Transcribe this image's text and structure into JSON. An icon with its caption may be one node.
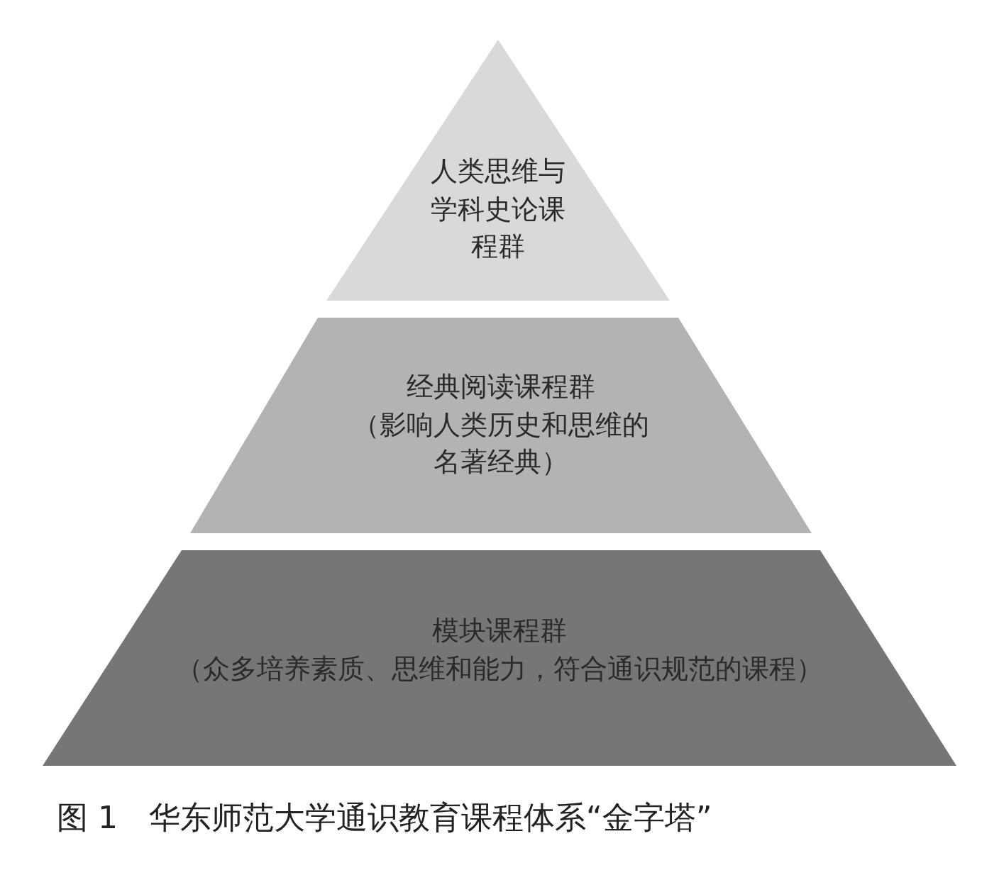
{
  "diagram": {
    "caption": "图 1　华东师范大学通识教育课程体系“金字塔”",
    "nodes": [
      {
        "text": [
          "人类思维与学科史论课程群"
        ]
      },
      {
        "text": [
          "经典阅读课程群",
          "（影响人类历史和思维的名著经典）"
        ]
      },
      {
        "text": [
          "模块课程群",
          "（众多培养素质、思维和能力，符合通识规范的课程）"
        ]
      }
    ]
  }
}
